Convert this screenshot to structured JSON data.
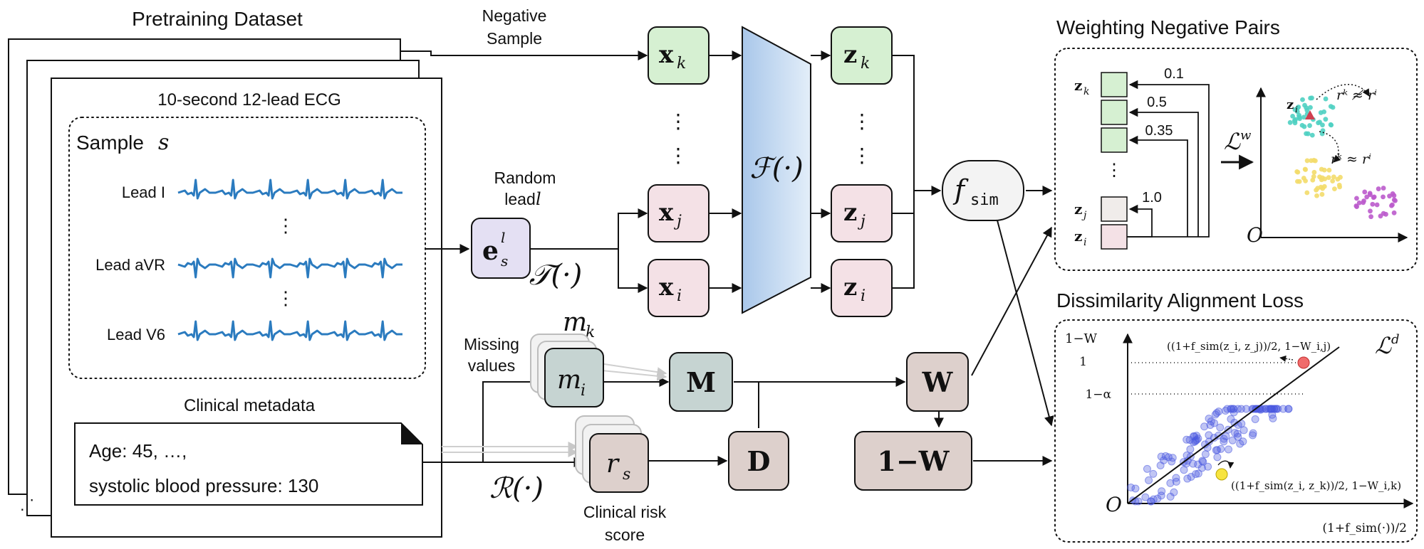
{
  "dataset": {
    "title": "Pretraining Dataset",
    "ecg_title": "10-second 12-lead ECG",
    "sample_label": "Sample",
    "sample_symbol": "s",
    "leads": [
      "Lead I",
      "Lead aVR",
      "Lead V6"
    ],
    "ellipsis": "⋮",
    "clinical_title": "Clinical metadata",
    "meta_line1": "Age: 45, …,",
    "meta_line2": "systolic blood pressure: 130"
  },
  "flow": {
    "negative_sample": [
      "Negative",
      "Sample"
    ],
    "random_lead": [
      "Random",
      "lead"
    ],
    "lead_symbol": "l",
    "embed_main": "e",
    "embed_sub": "s",
    "embed_sup": "l",
    "transform": "𝒯(·)",
    "x_nodes": [
      {
        "main": "x",
        "sub": "k"
      },
      {
        "main": "x",
        "sub": "j"
      },
      {
        "main": "x",
        "sub": "i"
      }
    ],
    "encoder": "ℱ(·)",
    "z_nodes": [
      {
        "main": "z",
        "sub": "k"
      },
      {
        "main": "z",
        "sub": "j"
      },
      {
        "main": "z",
        "sub": "i"
      }
    ],
    "fsim_main": "f",
    "fsim_sub": "sim",
    "missing_values": [
      "Missing",
      "values"
    ],
    "m_back": {
      "main": "m",
      "sub": "k"
    },
    "m_front": {
      "main": "m",
      "sub": "i"
    },
    "M_label": "M",
    "r_label": {
      "main": "r",
      "sub": "s"
    },
    "D_label": "D",
    "W_label": "W",
    "one_minus_W": "1−W",
    "risk_fn": "ℛ(·)",
    "risk_label": [
      "Clinical risk",
      "score"
    ]
  },
  "weighting_panel": {
    "title": "Weighting Negative Pairs",
    "z_labels": [
      {
        "main": "z",
        "sub": "k"
      },
      {
        "main": "z",
        "sub": "j"
      },
      {
        "main": "z",
        "sub": "i"
      }
    ],
    "weights": [
      "0.1",
      "0.5",
      "0.35",
      "1.0"
    ],
    "loss_main": "ℒ",
    "loss_sup": "w",
    "zi_label": {
      "main": "z",
      "sub": "i"
    },
    "neq_label": "rᵏ ≉ rⁱ",
    "approx_label": "rᵏ ≈ rⁱ",
    "origin": "O"
  },
  "alignment_panel": {
    "title": "Dissimilarity Alignment Loss",
    "loss_main": "ℒ",
    "loss_sup": "d",
    "y_axis_label": "1−W",
    "y_ticks": [
      "1",
      "1−α"
    ],
    "upper_point_label": "((1+f_sim(z_i, z_j))/2, 1−W_i,j)",
    "lower_point_label": "((1+f_sim(z_i, z_k))/2, 1−W_i,k)",
    "x_axis_label": "(1+f_sim(·))/2",
    "origin": "O"
  },
  "colors": {
    "green": "#d6f0d2",
    "pink": "#f4e1e6",
    "purple": "#e4e0f3",
    "gray_green": "#c6d4d2",
    "taupe": "#ddd0cc",
    "encoder": "#bcd5ee",
    "ecg": "#2b7bbf",
    "teal": "#4fd0c2",
    "yellow": "#f3dc6a",
    "magenta": "#bb5bcc",
    "scatter": "#4a5ae0",
    "red_point": "#f06b6b",
    "yellow_point": "#f7e43f"
  }
}
